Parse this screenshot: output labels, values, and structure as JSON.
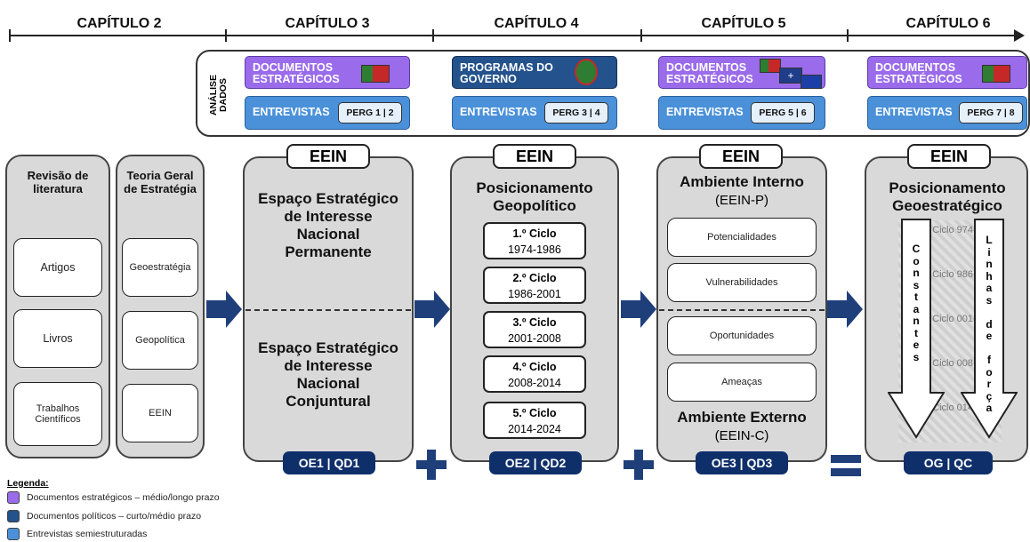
{
  "chapters": [
    "CAPÍTULO 2",
    "CAPÍTULO 3",
    "CAPÍTULO 4",
    "CAPÍTULO 5",
    "CAPÍTULO 6"
  ],
  "analysis_label": "ANÁLISE DADOS",
  "analysis": [
    {
      "doc": "DOCUMENTOS ESTRATÉGICOS",
      "interview": "ENTREVISTAS",
      "perg": "PERG 1 | 2"
    },
    {
      "doc": "PROGRAMAS DO GOVERNO",
      "interview": "ENTREVISTAS",
      "perg": "PERG 3 | 4"
    },
    {
      "doc": "DOCUMENTOS ESTRATÉGICOS",
      "interview": "ENTREVISTAS",
      "perg": "PERG 5 | 6"
    },
    {
      "doc": "DOCUMENTOS ESTRATÉGICOS",
      "interview": "ENTREVISTAS",
      "perg": "PERG 7 | 8"
    }
  ],
  "chapter2": {
    "revisao_title": "Revisão de literatura",
    "revisao_items": [
      "Artigos",
      "Livros",
      "Trabalhos Científicos"
    ],
    "teoria_title": "Teoria Geral de Estratégia",
    "teoria_items": [
      "Geoestratégia",
      "Geopolítica",
      "EEIN"
    ]
  },
  "eein_tag": "EEIN",
  "chapter3": {
    "top": "Espaço Estratégico de Interesse Nacional Permanente",
    "bottom": "Espaço Estratégico de Interesse Nacional Conjuntural",
    "tag": "OE1 | QD1"
  },
  "chapter4": {
    "title": "Posicionamento Geopolítico",
    "cycles": [
      {
        "name": "1.º Ciclo",
        "years": "1974-1986"
      },
      {
        "name": "2.º Ciclo",
        "years": "1986-2001"
      },
      {
        "name": "3.º Ciclo",
        "years": "2001-2008"
      },
      {
        "name": "4.º Ciclo",
        "years": "2008-2014"
      },
      {
        "name": "5.º Ciclo",
        "years": "2014-2024"
      }
    ],
    "tag": "OE2 | QD2"
  },
  "chapter5": {
    "internal_title": "Ambiente Interno",
    "internal_sub": "(EEIN-P)",
    "items": [
      "Potencialidades",
      "Vulnerabilidades",
      "Oportunidades",
      "Ameaças"
    ],
    "external_title": "Ambiente Externo",
    "external_sub": "(EEIN-C)",
    "tag": "OE3 | QD3"
  },
  "chapter6": {
    "title": "Posicionamento Geoestratégico",
    "ghost_cycles": [
      ".º Ciclo 974-198",
      ".º Ciclo 986-200",
      ".º Ciclo 001-200",
      ".º Ciclo 008-201",
      ".º Ciclo 014-202"
    ],
    "left_arrow_letters": [
      "C",
      "o",
      "n",
      "s",
      "t",
      "a",
      "n",
      "t",
      "e",
      "s"
    ],
    "right_arrow_letters": [
      "L",
      "i",
      "n",
      "h",
      "a",
      "s",
      "",
      "d",
      "e",
      "",
      "f",
      "o",
      "r",
      "ç",
      "a"
    ],
    "tag": "OG | QC"
  },
  "legend": {
    "title": "Legenda:",
    "items": [
      {
        "color": "#9a6bea",
        "label": "Documentos estratégicos – médio/longo prazo"
      },
      {
        "color": "#23528c",
        "label": "Documentos políticos – curto/médio prazo"
      },
      {
        "color": "#4a91d9",
        "label": "Entrevistas semiestruturadas"
      }
    ]
  },
  "colors": {
    "arrow": "#1f3f7a",
    "panel": "#d9d9d9"
  }
}
